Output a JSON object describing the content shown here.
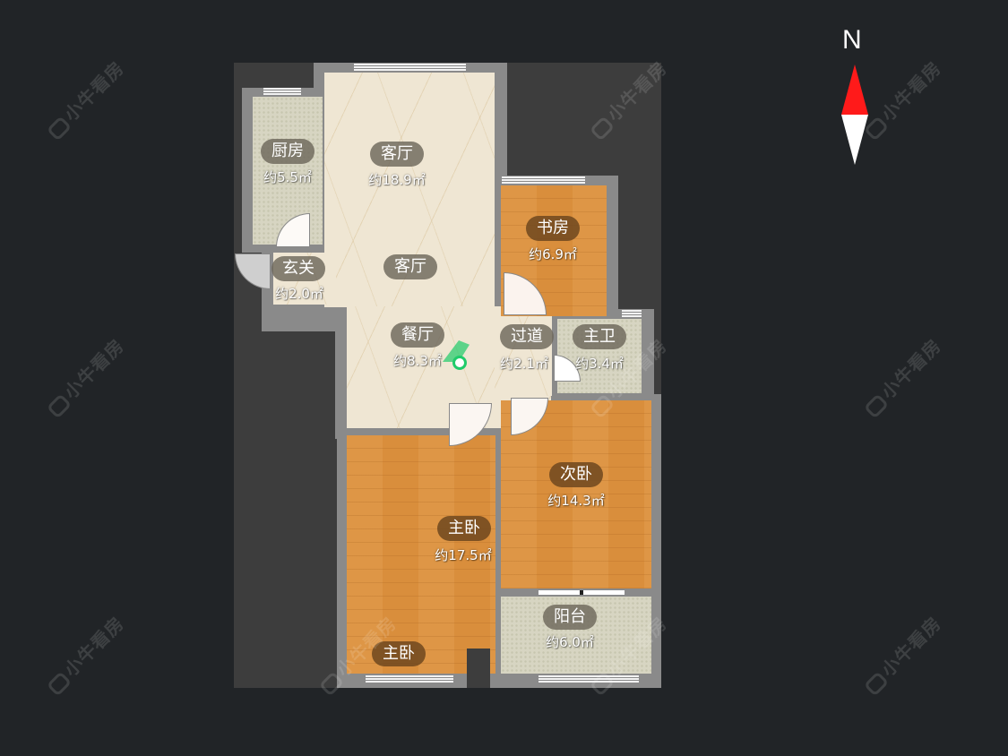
{
  "compass": {
    "label": "N",
    "north_color": "#ff1a1a",
    "south_color": "#ffffff"
  },
  "watermark": {
    "text": "小牛看房"
  },
  "rooms": {
    "kitchen": {
      "name": "厨房",
      "area": "约5.5㎡"
    },
    "living": {
      "name": "客厅",
      "area": "约18.9㎡"
    },
    "living2": {
      "name": "客厅"
    },
    "entrance": {
      "name": "玄关",
      "area": "约2.0㎡"
    },
    "study": {
      "name": "书房",
      "area": "约6.9㎡"
    },
    "dining": {
      "name": "餐厅",
      "area": "约8.3㎡"
    },
    "hallway": {
      "name": "过道",
      "area": "约2.1㎡"
    },
    "bathroom": {
      "name": "主卫",
      "area": "约3.4㎡"
    },
    "second_bed": {
      "name": "次卧",
      "area": "约14.3㎡"
    },
    "master_bed": {
      "name": "主卧",
      "area": "约17.5㎡"
    },
    "master_bed2": {
      "name": "主卧"
    },
    "balcony": {
      "name": "阳台",
      "area": "约6.0㎡"
    }
  },
  "colors": {
    "page_bg": "#212427",
    "backdrop": "#3d3d3d",
    "wall": "#8a8a8a",
    "marker": "#1fcb6a"
  }
}
